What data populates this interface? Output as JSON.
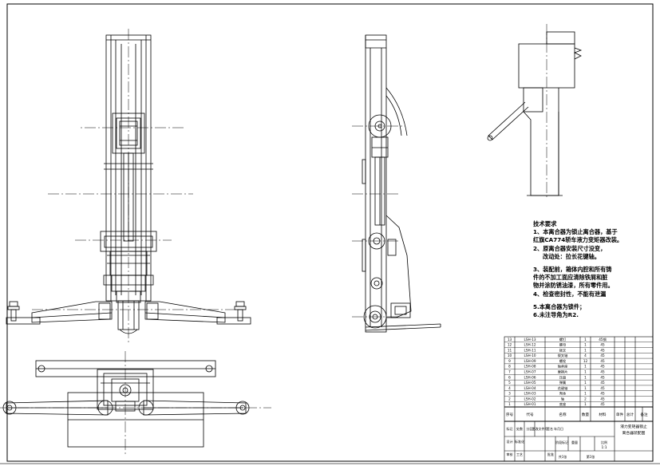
{
  "technical_requirements": {
    "title": "技术要求",
    "items": [
      "1、本离合器为锁止离合器，基于",
      "红旗CA774轿车液力变矩器改装。",
      "2、原离合器安装尺寸没变，",
      "改动处：拉长花键轴。",
      "3、装配前，箱体内腔和所有铸",
      "件的不加工面应清除铁屑和脏",
      "物并涂防锈油漆，所有零件用。",
      "4、检查密封性，不能有泄漏",
      "5.本离合器为锁件；",
      "6.未注导角为R2."
    ]
  },
  "parts_list": {
    "rows": [
      {
        "no": "13",
        "code": "LSH-13",
        "name": "螺钉",
        "qty": "1",
        "material": "45钢"
      },
      {
        "no": "12",
        "code": "LSH-12",
        "name": "螺母",
        "qty": "1",
        "material": "45"
      },
      {
        "no": "11",
        "code": "LSH-11",
        "name": "拨叉",
        "qty": "1",
        "material": "45"
      },
      {
        "no": "10",
        "code": "LSH-10",
        "name": "拨叉轴",
        "qty": "4",
        "material": "45"
      },
      {
        "no": "9",
        "code": "LSH-09",
        "name": "螺栓",
        "qty": "12",
        "material": "45"
      },
      {
        "no": "8",
        "code": "LSH-08",
        "name": "轴承座",
        "qty": "1",
        "material": "45"
      },
      {
        "no": "7",
        "code": "LSH-07",
        "name": "摩擦片",
        "qty": "1",
        "material": "45"
      },
      {
        "no": "6",
        "code": "LSH-06",
        "name": "压盘",
        "qty": "1",
        "material": "45"
      },
      {
        "no": "5",
        "code": "LSH-05",
        "name": "弹簧",
        "qty": "1",
        "material": "45"
      },
      {
        "no": "4",
        "code": "LSH-04",
        "name": "花键轴",
        "qty": "1",
        "material": "45"
      },
      {
        "no": "3",
        "code": "LSH-03",
        "name": "壳体",
        "qty": "1",
        "material": "45"
      },
      {
        "no": "2",
        "code": "LSH-02",
        "name": "轴",
        "qty": "2",
        "material": "45"
      },
      {
        "no": "1",
        "code": "LSH-01",
        "name": "底座",
        "qty": "1",
        "material": "45"
      }
    ],
    "headers": [
      "序号",
      "代号",
      "名称",
      "数量",
      "材料",
      "单件",
      "总计",
      "备注"
    ]
  },
  "title_block": {
    "drawing_title_line1": "液力变矩器锁止",
    "drawing_title_line2": "离合器装配图",
    "labels": [
      "标记",
      "处数",
      "分区",
      "更改文件号",
      "签名",
      "年月日",
      "设计",
      "标准化",
      "阶段标记",
      "重量",
      "比例",
      "审核",
      "工艺",
      "批准"
    ],
    "scale": "1:1",
    "sheet_total": "共1张",
    "sheet_no": "第1张"
  }
}
